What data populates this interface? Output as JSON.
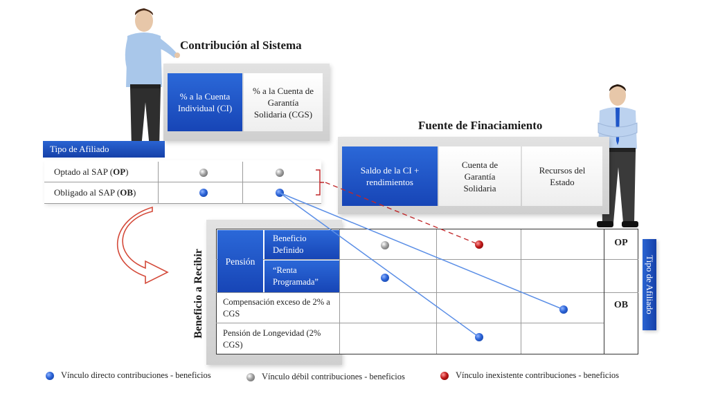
{
  "titles": {
    "contribucion": "Contribución al Sistema",
    "fuente": "Fuente de Finaciamiento"
  },
  "contribucion_cols": {
    "ci": "% a la Cuenta Individual (CI)",
    "cgs": "% a la Cuenta de Garantía Solidaria (CGS)"
  },
  "tipo_afiliado": {
    "header": "Tipo de Afiliado",
    "rows": [
      {
        "label_prefix": "Optado al SAP (",
        "code": "OP",
        "label_suffix": ")"
      },
      {
        "label_prefix": "Obligado al SAP (",
        "code": "OB",
        "label_suffix": ")"
      }
    ]
  },
  "fuente_cols": {
    "saldo": "Saldo de la CI + rendimientos",
    "cuenta": "Cuenta de Garantía Solidaria",
    "recursos": "Recursos del Estado"
  },
  "beneficio": {
    "side_label": "Beneficio a Recibir",
    "pension": "Pensión",
    "definido": "Beneficio Definido",
    "renta": "“Renta Programada”",
    "compensacion": "Compensación exceso de 2% a CGS",
    "longevidad": "Pensión de Longevidad (2% CGS)"
  },
  "right_codes": {
    "op": "OP",
    "ob": "OB",
    "side_label": "Tipo de Afiliado"
  },
  "legend": {
    "directo": "Vínculo directo contribuciones - beneficios",
    "debil": "Vínculo débil contribuciones - beneficios",
    "inexistente": "Vínculo inexistente contribuciones - beneficios"
  },
  "colors": {
    "blue": "#1f56c8",
    "grey": "#9a9a9a",
    "red": "#c11a1a",
    "line_blue": "#5a8ee6",
    "line_red": "#c0282a"
  }
}
